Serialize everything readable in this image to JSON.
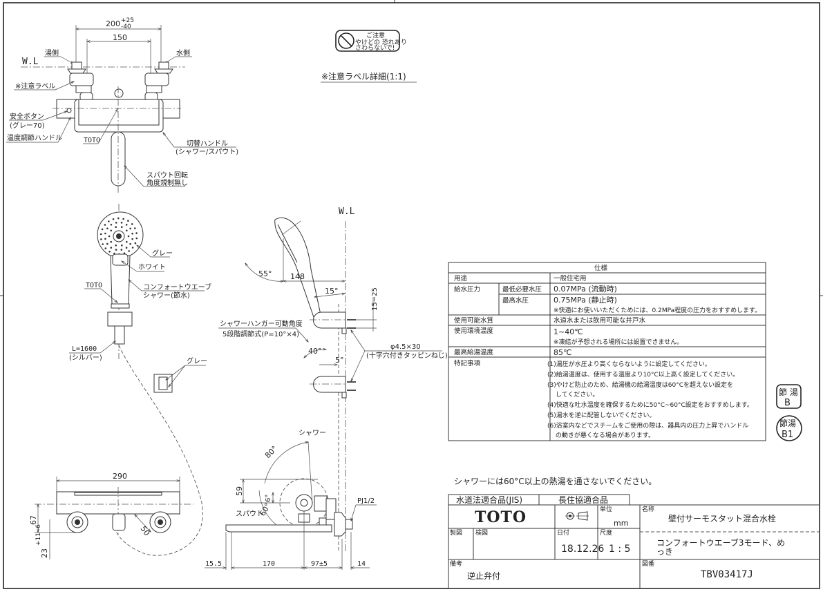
{
  "drawing": {
    "title_block": {
      "cert_jis": "水道法適合品(JIS)",
      "cert_choju": "長住協適合品",
      "brand": "TOTO",
      "unit_label": "単位",
      "unit_value": "mm",
      "name_label": "名称",
      "product_name": "壁付サーモスタット混合水栓",
      "product_sub_line1": "コンフォートウエーブ3モード、め",
      "product_sub_line2": "っき",
      "drafted_label": "製図",
      "checked_label": "検図",
      "date_label": "日付",
      "date_value": "18.12.26",
      "scale_label": "尺度",
      "scale_value": "1 : 5",
      "remarks_label": "備考",
      "remarks_value": "逆止弁付",
      "drawing_no_label": "図番",
      "drawing_no": "TBV03417J"
    },
    "warning_note": "シャワーには60°C以上の熱湯を通さないでください。",
    "caution_label": {
      "title": "ご注意",
      "line1": "やけどの 恐れあり",
      "line2": "さわらないで!",
      "caption": "※注意ラベル詳細(1:1)"
    },
    "badges": [
      {
        "line1": "節 湯",
        "line2": "B"
      },
      {
        "line1": "節湯",
        "line2": "B1"
      }
    ],
    "spec_table": {
      "title": "仕様",
      "rows": [
        {
          "label": "用途",
          "sub": "",
          "value": "一般住宅用"
        },
        {
          "label": "給水圧力",
          "sub": "最低必要水圧",
          "value": "0.07MPa (流動時)"
        },
        {
          "label": "",
          "sub": "最高水圧",
          "value": "0.75MPa (静止時)"
        },
        {
          "label": "",
          "sub": "",
          "value": "※快適にお使いいただくためには、0.2MPa程度の圧力をおすすめします。"
        },
        {
          "label": "使用可能水質",
          "sub": "",
          "value": "水道水または飲用可能な井戸水"
        },
        {
          "label": "使用環境温度",
          "sub": "",
          "value": "1~40℃"
        },
        {
          "label": "",
          "sub": "",
          "value": "※凍結が予想される場所には設置できません。"
        },
        {
          "label": "最高給湯温度",
          "sub": "",
          "value": "85℃"
        }
      ],
      "notes_label": "特記事項",
      "notes": [
        "(1)湯圧が水圧より高くならないように設定してください。",
        "(2)給湯温度は、使用する温度より10°C以上高く設定してください。",
        "(3)やけど防止のため、給湯機の給湯温度は60°Cを超えない設定を",
        "　 してください。",
        "(4)快適な吐水温度を確保するために50°C~60°C設定をおすすめします。",
        "(5)湯水を逆に配管しないでください。",
        "(6)浴室内などでスチームをご使用の際は、器具内の圧力上昇でハンドル",
        "　 の動きが悪くなる場合があります。"
      ]
    },
    "front_view": {
      "dim_outer": "200",
      "dim_outer_tol_plus": "+25",
      "dim_outer_tol_minus": "-40",
      "dim_inner": "150",
      "wl": "W.L",
      "hot_side": "湯側",
      "cold_side": "水側",
      "caution_label_callout": "※注意ラベル",
      "safety_button": "安全ボタン",
      "safety_button_color": "(グレー70)",
      "temp_handle": "温度調節ハンドル",
      "toto_mark": "TOTO",
      "switch_handle": "切替ハンドル",
      "switch_handle_sub": "(シャワー/スパウト)",
      "spout_rotation_1": "スパウト回転",
      "spout_rotation_2": "角度規制無し"
    },
    "shower_view": {
      "gray": "グレー",
      "white": "ホワイト",
      "toto_mark": "TOTO",
      "shower_name_1": "コンフォートウエーブ",
      "shower_name_2": "シャワー(節水)",
      "hose_length": "L=1600",
      "hose_color": "(シルバー)",
      "hanger_gray": "グレー"
    },
    "side_hanger_view": {
      "wl": "W.L",
      "angle_55": "55°",
      "dim_148": "148",
      "angle_15": "15°",
      "dim_15_25": "15~25",
      "hanger_angle_1": "シャワーハンガー可動角度",
      "hanger_angle_2": "5段階調節式(P=10°×4)",
      "angle_40": "40°",
      "angle_5": "5°",
      "screw_1": "φ4.5×30",
      "screw_2": "(十字穴付きタッピンねじ)"
    },
    "top_view": {
      "dim_290": "290",
      "dim_67": "67",
      "dim_23": "23",
      "dim_23_tol": "+11 -6",
      "dim_50": "50"
    },
    "side_view": {
      "shower": "シャワー",
      "spout": "スパウト",
      "angle_80": "80°",
      "angle_6": "6°",
      "angle_60": "60°",
      "dim_59": "59",
      "pipe_thread": "PJ1/2",
      "dim_15_5": "15.5",
      "dim_170": "170",
      "dim_97": "97±5",
      "dim_14": "14"
    }
  }
}
